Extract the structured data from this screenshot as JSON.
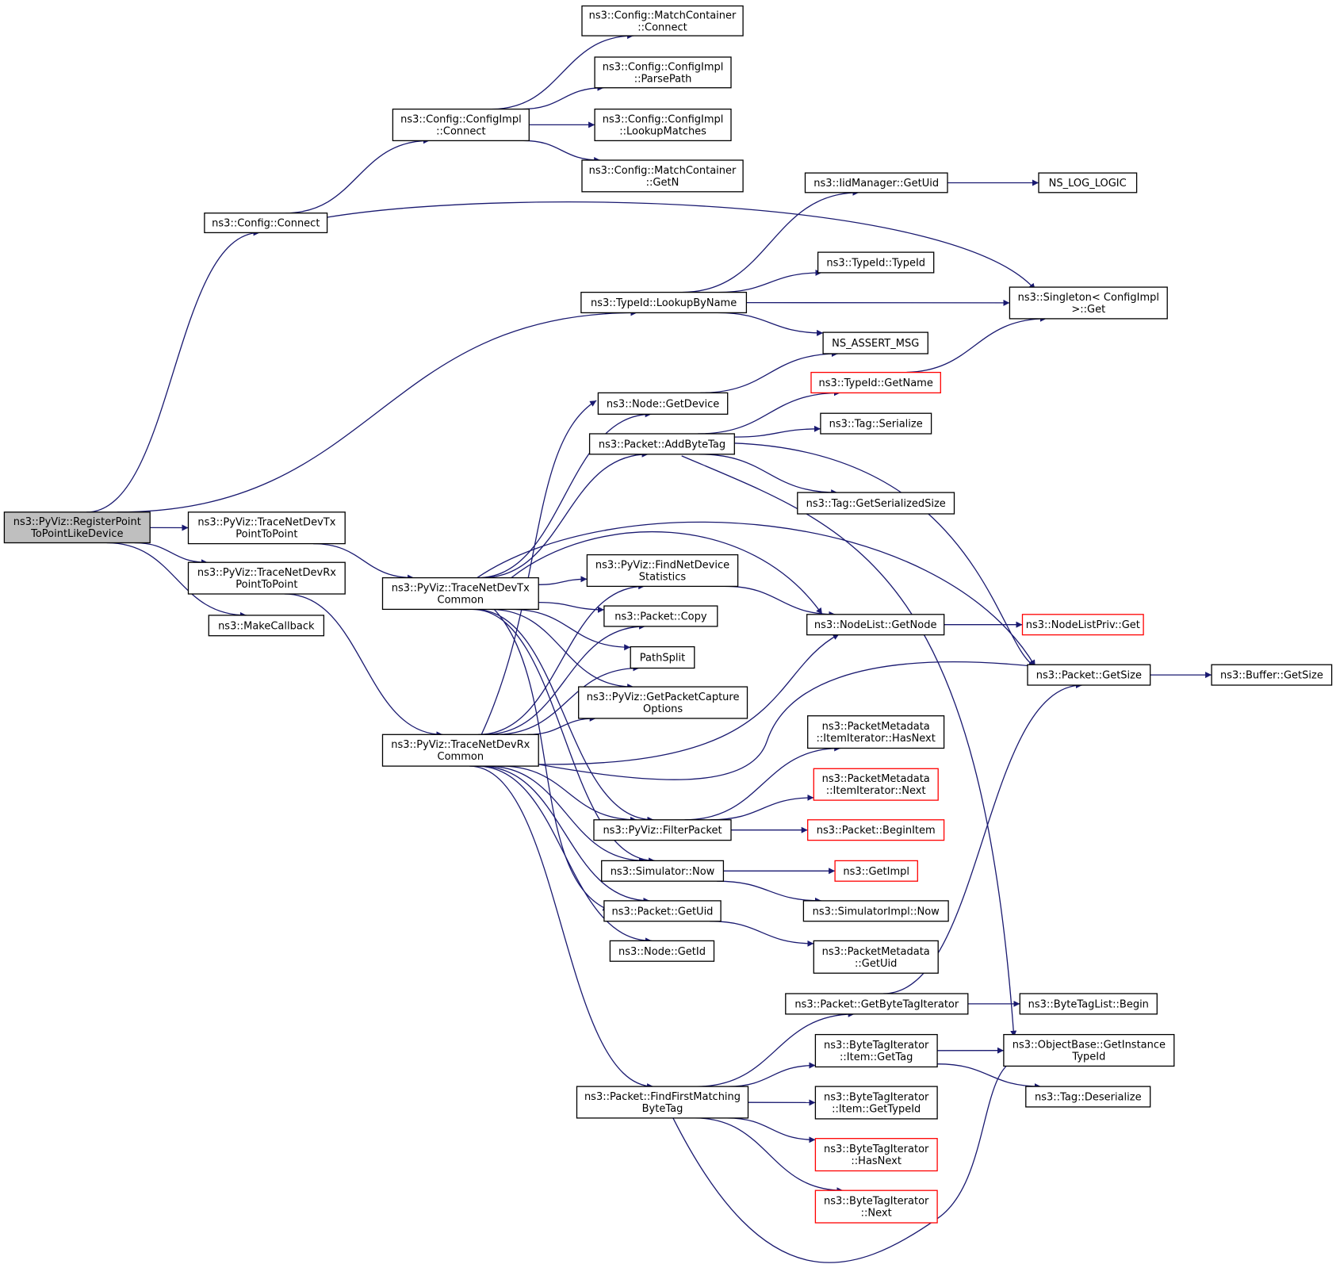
{
  "colors": {
    "edge": "#191970",
    "node_border": "#000000",
    "truncated_border": "#ff0000",
    "root_fill": "#bfbfbf",
    "node_fill": "#ffffff"
  },
  "nodes": [
    {
      "id": "root",
      "lines": [
        "ns3::PyViz::RegisterPoint",
        "ToPointLikeDevice"
      ],
      "style": "root"
    },
    {
      "id": "cfg_connect",
      "lines": [
        "ns3::Config::Connect"
      ],
      "style": "normal"
    },
    {
      "id": "cfgimpl_connect",
      "lines": [
        "ns3::Config::ConfigImpl",
        "::Connect"
      ],
      "style": "normal"
    },
    {
      "id": "mc_connect",
      "lines": [
        "ns3::Config::MatchContainer",
        "::Connect"
      ],
      "style": "normal"
    },
    {
      "id": "cfgimpl_parsepath",
      "lines": [
        "ns3::Config::ConfigImpl",
        "::ParsePath"
      ],
      "style": "normal"
    },
    {
      "id": "cfgimpl_lookup",
      "lines": [
        "ns3::Config::ConfigImpl",
        "::LookupMatches"
      ],
      "style": "normal"
    },
    {
      "id": "mc_getn",
      "lines": [
        "ns3::Config::MatchContainer",
        "::GetN"
      ],
      "style": "normal"
    },
    {
      "id": "iid_getuid",
      "lines": [
        "ns3::IidManager::GetUid"
      ],
      "style": "normal"
    },
    {
      "id": "ns_log_logic",
      "lines": [
        "NS_LOG_LOGIC"
      ],
      "style": "normal"
    },
    {
      "id": "typeid_typeid",
      "lines": [
        "ns3::TypeId::TypeId"
      ],
      "style": "normal"
    },
    {
      "id": "typeid_lookup",
      "lines": [
        "ns3::TypeId::LookupByName"
      ],
      "style": "normal"
    },
    {
      "id": "singleton_get",
      "lines": [
        "ns3::Singleton< ConfigImpl",
        " >::Get"
      ],
      "style": "normal"
    },
    {
      "id": "ns_assert_msg",
      "lines": [
        "NS_ASSERT_MSG"
      ],
      "style": "normal"
    },
    {
      "id": "typeid_getname",
      "lines": [
        "ns3::TypeId::GetName"
      ],
      "style": "truncated"
    },
    {
      "id": "node_getdevice",
      "lines": [
        "ns3::Node::GetDevice"
      ],
      "style": "normal"
    },
    {
      "id": "tag_serialize",
      "lines": [
        "ns3::Tag::Serialize"
      ],
      "style": "normal"
    },
    {
      "id": "packet_addbytetag",
      "lines": [
        "ns3::Packet::AddByteTag"
      ],
      "style": "normal"
    },
    {
      "id": "tag_getserializedsize",
      "lines": [
        "ns3::Tag::GetSerializedSize"
      ],
      "style": "normal"
    },
    {
      "id": "trace_tx_p2p",
      "lines": [
        "ns3::PyViz::TraceNetDevTx",
        "PointToPoint"
      ],
      "style": "normal"
    },
    {
      "id": "trace_rx_p2p",
      "lines": [
        "ns3::PyViz::TraceNetDevRx",
        "PointToPoint"
      ],
      "style": "normal"
    },
    {
      "id": "make_callback",
      "lines": [
        "ns3::MakeCallback"
      ],
      "style": "normal"
    },
    {
      "id": "trace_tx_common",
      "lines": [
        "ns3::PyViz::TraceNetDevTx",
        "Common"
      ],
      "style": "normal"
    },
    {
      "id": "find_stats",
      "lines": [
        "ns3::PyViz::FindNetDevice",
        "Statistics"
      ],
      "style": "normal"
    },
    {
      "id": "nodelist_getnode",
      "lines": [
        "ns3::NodeList::GetNode"
      ],
      "style": "normal"
    },
    {
      "id": "nodelistpriv_get",
      "lines": [
        "ns3::NodeListPriv::Get"
      ],
      "style": "truncated"
    },
    {
      "id": "packet_copy",
      "lines": [
        "ns3::Packet::Copy"
      ],
      "style": "normal"
    },
    {
      "id": "pathsplit",
      "lines": [
        "PathSplit"
      ],
      "style": "normal"
    },
    {
      "id": "packet_getsize",
      "lines": [
        "ns3::Packet::GetSize"
      ],
      "style": "normal"
    },
    {
      "id": "buffer_getsize",
      "lines": [
        "ns3::Buffer::GetSize"
      ],
      "style": "normal"
    },
    {
      "id": "get_capture_opts",
      "lines": [
        "ns3::PyViz::GetPacketCapture",
        "Options"
      ],
      "style": "normal"
    },
    {
      "id": "pm_hasnext",
      "lines": [
        "ns3::PacketMetadata",
        "::ItemIterator::HasNext"
      ],
      "style": "normal"
    },
    {
      "id": "trace_rx_common",
      "lines": [
        "ns3::PyViz::TraceNetDevRx",
        "Common"
      ],
      "style": "normal"
    },
    {
      "id": "pm_next",
      "lines": [
        "ns3::PacketMetadata",
        "::ItemIterator::Next"
      ],
      "style": "truncated"
    },
    {
      "id": "filter_packet",
      "lines": [
        "ns3::PyViz::FilterPacket"
      ],
      "style": "normal"
    },
    {
      "id": "packet_beginitem",
      "lines": [
        "ns3::Packet::BeginItem"
      ],
      "style": "truncated"
    },
    {
      "id": "sim_now",
      "lines": [
        "ns3::Simulator::Now"
      ],
      "style": "normal"
    },
    {
      "id": "getimpl",
      "lines": [
        "ns3::GetImpl"
      ],
      "style": "truncated"
    },
    {
      "id": "simimpl_now",
      "lines": [
        "ns3::SimulatorImpl::Now"
      ],
      "style": "normal"
    },
    {
      "id": "packet_getuid",
      "lines": [
        "ns3::Packet::GetUid"
      ],
      "style": "normal"
    },
    {
      "id": "node_getid",
      "lines": [
        "ns3::Node::GetId"
      ],
      "style": "normal"
    },
    {
      "id": "pm_getuid",
      "lines": [
        "ns3::PacketMetadata",
        "::GetUid"
      ],
      "style": "normal"
    },
    {
      "id": "packet_getbytetagit",
      "lines": [
        "ns3::Packet::GetByteTagIterator"
      ],
      "style": "normal"
    },
    {
      "id": "bytetaglist_begin",
      "lines": [
        "ns3::ByteTagList::Begin"
      ],
      "style": "normal"
    },
    {
      "id": "bti_item_gettag",
      "lines": [
        "ns3::ByteTagIterator",
        "::Item::GetTag"
      ],
      "style": "normal"
    },
    {
      "id": "objbase_getinstance",
      "lines": [
        "ns3::ObjectBase::GetInstance",
        "TypeId"
      ],
      "style": "normal"
    },
    {
      "id": "packet_findfirst",
      "lines": [
        "ns3::Packet::FindFirstMatching",
        "ByteTag"
      ],
      "style": "normal"
    },
    {
      "id": "bti_item_gettypeid",
      "lines": [
        "ns3::ByteTagIterator",
        "::Item::GetTypeId"
      ],
      "style": "normal"
    },
    {
      "id": "tag_deserialize",
      "lines": [
        "ns3::Tag::Deserialize"
      ],
      "style": "normal"
    },
    {
      "id": "bti_hasnext",
      "lines": [
        "ns3::ByteTagIterator",
        "::HasNext"
      ],
      "style": "truncated"
    },
    {
      "id": "bti_next",
      "lines": [
        "ns3::ByteTagIterator",
        "::Next"
      ],
      "style": "truncated"
    }
  ],
  "edges": [
    [
      "root",
      "cfg_connect"
    ],
    [
      "root",
      "typeid_lookup"
    ],
    [
      "root",
      "trace_tx_p2p"
    ],
    [
      "root",
      "trace_rx_p2p"
    ],
    [
      "root",
      "make_callback"
    ],
    [
      "cfg_connect",
      "cfgimpl_connect"
    ],
    [
      "cfg_connect",
      "singleton_get"
    ],
    [
      "cfgimpl_connect",
      "mc_connect"
    ],
    [
      "cfgimpl_connect",
      "cfgimpl_parsepath"
    ],
    [
      "cfgimpl_connect",
      "cfgimpl_lookup"
    ],
    [
      "cfgimpl_connect",
      "mc_getn"
    ],
    [
      "typeid_lookup",
      "iid_getuid"
    ],
    [
      "typeid_lookup",
      "typeid_typeid"
    ],
    [
      "typeid_lookup",
      "singleton_get"
    ],
    [
      "typeid_lookup",
      "ns_assert_msg"
    ],
    [
      "iid_getuid",
      "ns_log_logic"
    ],
    [
      "typeid_getname",
      "singleton_get"
    ],
    [
      "node_getdevice",
      "ns_assert_msg"
    ],
    [
      "packet_addbytetag",
      "typeid_getname"
    ],
    [
      "packet_addbytetag",
      "tag_serialize"
    ],
    [
      "packet_addbytetag",
      "tag_getserializedsize"
    ],
    [
      "packet_addbytetag",
      "packet_getsize"
    ],
    [
      "packet_addbytetag",
      "objbase_getinstance"
    ],
    [
      "trace_tx_p2p",
      "trace_tx_common"
    ],
    [
      "trace_rx_p2p",
      "trace_rx_common"
    ],
    [
      "trace_tx_common",
      "node_getdevice"
    ],
    [
      "trace_tx_common",
      "packet_addbytetag"
    ],
    [
      "trace_tx_common",
      "find_stats"
    ],
    [
      "trace_tx_common",
      "nodelist_getnode"
    ],
    [
      "trace_tx_common",
      "packet_copy"
    ],
    [
      "trace_tx_common",
      "pathsplit"
    ],
    [
      "trace_tx_common",
      "get_capture_opts"
    ],
    [
      "trace_tx_common",
      "packet_getsize"
    ],
    [
      "trace_tx_common",
      "filter_packet"
    ],
    [
      "trace_tx_common",
      "sim_now"
    ],
    [
      "trace_tx_common",
      "packet_getuid"
    ],
    [
      "trace_rx_common",
      "node_getdevice"
    ],
    [
      "trace_rx_common",
      "find_stats"
    ],
    [
      "trace_rx_common",
      "packet_copy"
    ],
    [
      "trace_rx_common",
      "pathsplit"
    ],
    [
      "trace_rx_common",
      "get_capture_opts"
    ],
    [
      "trace_rx_common",
      "nodelist_getnode"
    ],
    [
      "trace_rx_common",
      "packet_getsize"
    ],
    [
      "trace_rx_common",
      "filter_packet"
    ],
    [
      "trace_rx_common",
      "sim_now"
    ],
    [
      "trace_rx_common",
      "packet_getuid"
    ],
    [
      "trace_rx_common",
      "node_getid"
    ],
    [
      "trace_rx_common",
      "packet_findfirst"
    ],
    [
      "find_stats",
      "nodelist_getnode"
    ],
    [
      "nodelist_getnode",
      "nodelistpriv_get"
    ],
    [
      "packet_getsize",
      "buffer_getsize"
    ],
    [
      "filter_packet",
      "pm_hasnext"
    ],
    [
      "filter_packet",
      "pm_next"
    ],
    [
      "filter_packet",
      "packet_beginitem"
    ],
    [
      "sim_now",
      "getimpl"
    ],
    [
      "sim_now",
      "simimpl_now"
    ],
    [
      "packet_getuid",
      "pm_getuid"
    ],
    [
      "packet_getbytetagit",
      "packet_getsize"
    ],
    [
      "packet_getbytetagit",
      "bytetaglist_begin"
    ],
    [
      "bti_item_gettag",
      "objbase_getinstance"
    ],
    [
      "bti_item_gettag",
      "tag_deserialize"
    ],
    [
      "packet_findfirst",
      "packet_getbytetagit"
    ],
    [
      "packet_findfirst",
      "bti_item_gettag"
    ],
    [
      "packet_findfirst",
      "bti_item_gettypeid"
    ],
    [
      "packet_findfirst",
      "bti_hasnext"
    ],
    [
      "packet_findfirst",
      "bti_next"
    ],
    [
      "packet_findfirst",
      "objbase_getinstance"
    ]
  ]
}
